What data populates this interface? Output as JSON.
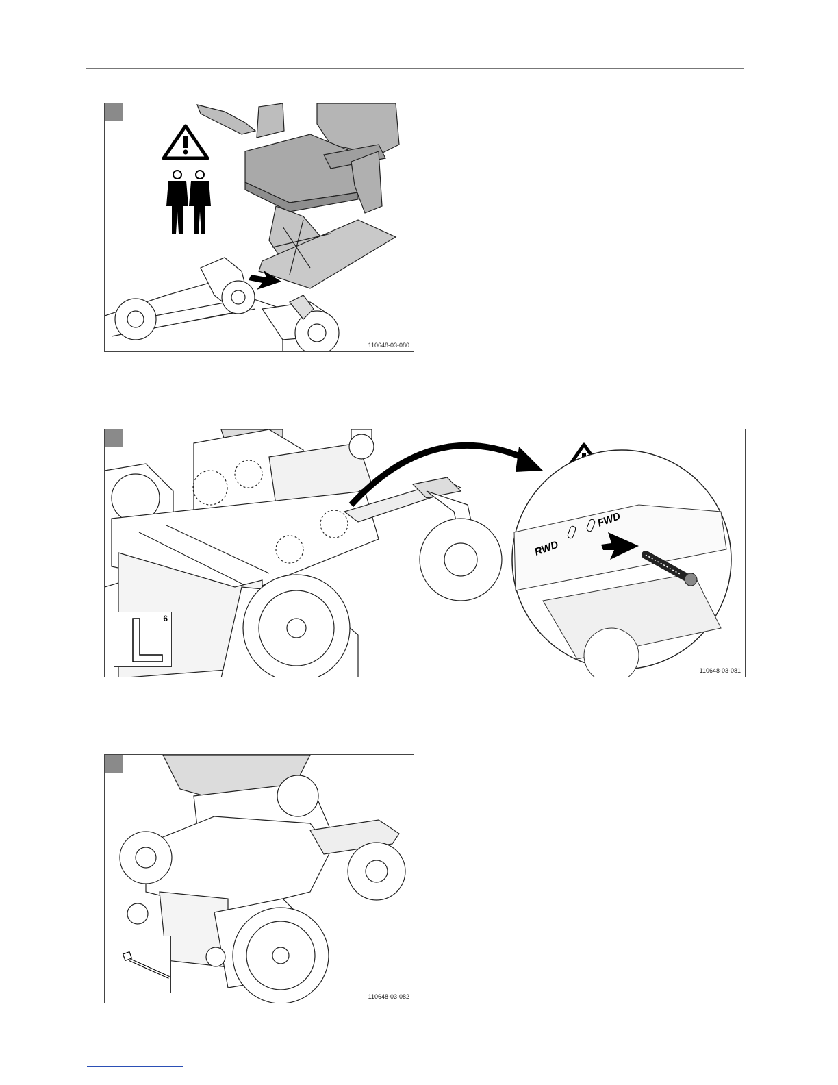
{
  "figures": [
    {
      "figure_id": "110648-03-080"
    },
    {
      "figure_id": "110648-03-081",
      "tool_size": "6",
      "labels": {
        "rear": "RWD",
        "front": "FWD"
      }
    },
    {
      "figure_id": "110648-03-082"
    }
  ]
}
